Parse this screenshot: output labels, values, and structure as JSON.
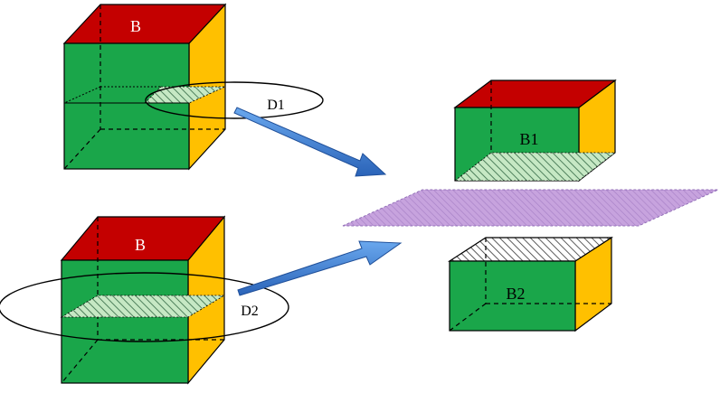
{
  "labels": {
    "cube_top": "B",
    "cube_bottom": "B",
    "ellipse_top": "D1",
    "ellipse_bottom": "D2",
    "box_upper": "B1",
    "box_lower": "B2"
  },
  "colors": {
    "front": "#1aa64a",
    "top": "#c40000",
    "side": "#ffc000",
    "section": "#c6e8c4",
    "hatch": "#4d7f5b",
    "plane": "#c7a3de",
    "arrow": "#3d85d8",
    "stroke": "#000000"
  }
}
